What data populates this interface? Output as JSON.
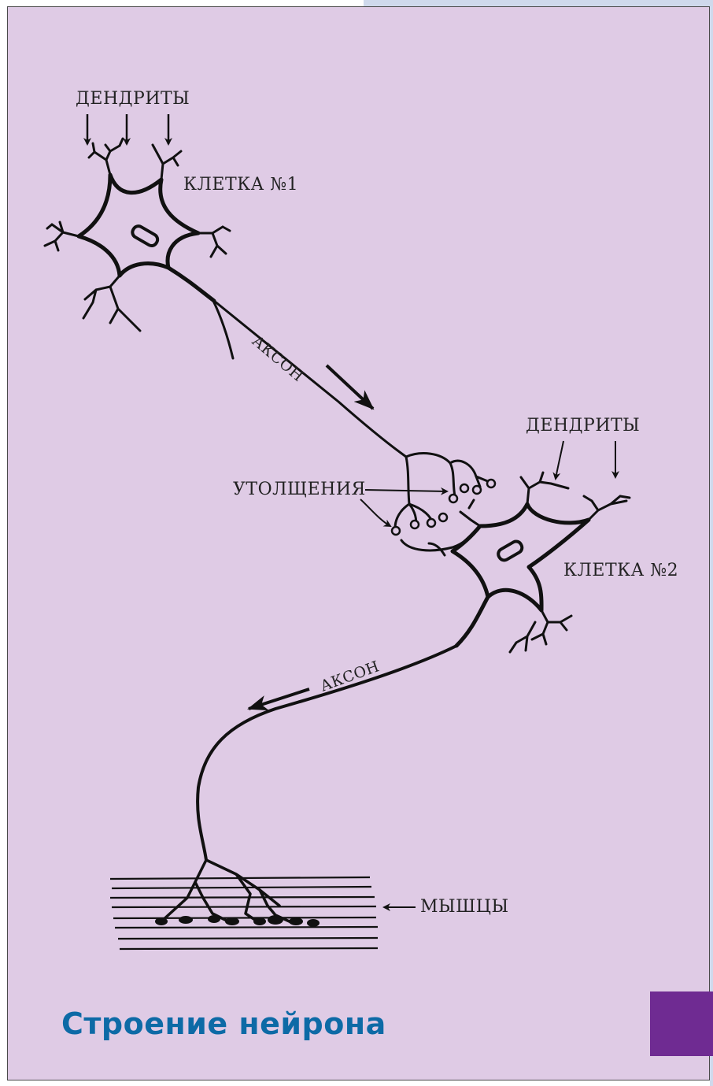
{
  "labels": {
    "dendrites_top": "ДЕНДРИТЫ",
    "cell1": "КЛЕТКА №1",
    "axon1": "АКСОН",
    "dendrites_right": "ДЕНДРИТЫ",
    "thickenings": "УТОЛЩЕНИЯ",
    "cell2": "КЛЕТКА №2",
    "axon2": "АКСОН",
    "muscles": "МЫШЦЫ"
  },
  "title": "Строение нейрона",
  "colors": {
    "background": "#dfcbe5",
    "title": "#0d6aa6",
    "accent_tab": "#6f2b92",
    "strip": "#cfd9ec",
    "ink": "#111111"
  }
}
